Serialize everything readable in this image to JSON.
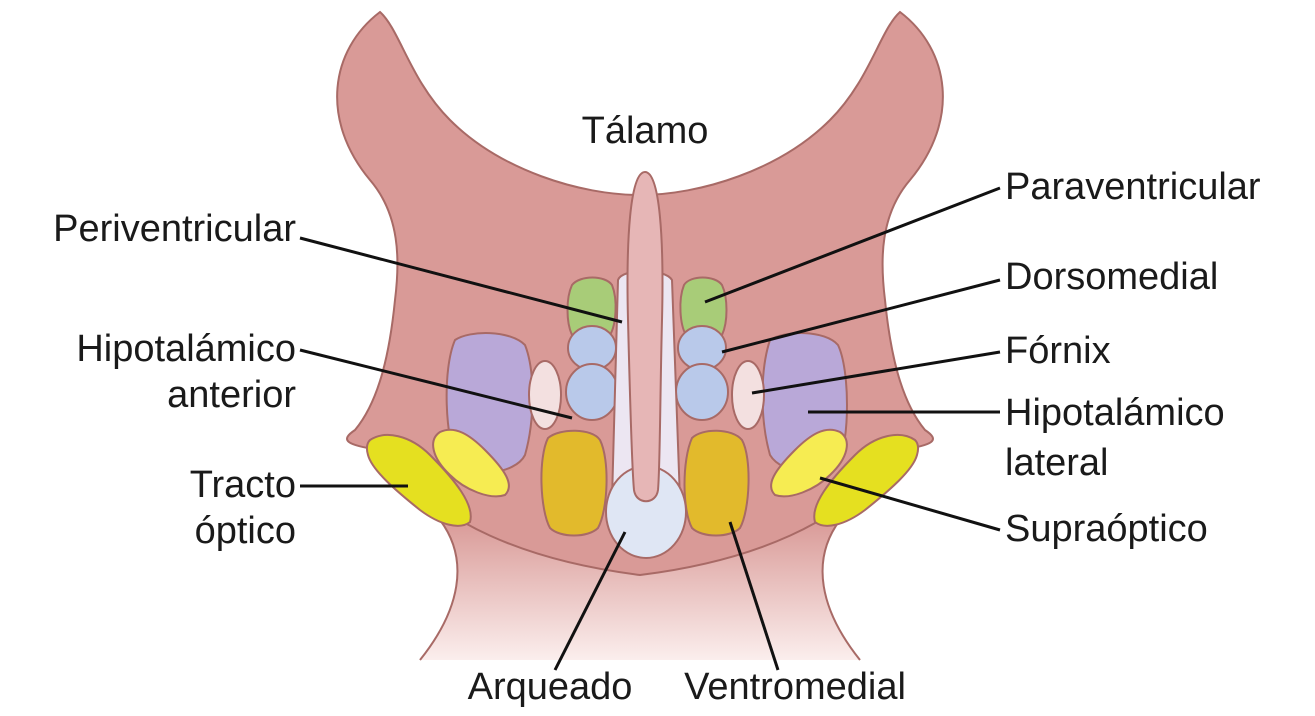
{
  "labels": {
    "talamo": "Tálamo",
    "periventricular": "Periventricular",
    "paraventricular": "Paraventricular",
    "dorsomedial": "Dorsomedial",
    "fornix": "Fórnix",
    "hipotalamico_anterior_1": "Hipotalámico",
    "hipotalamico_anterior_2": "anterior",
    "hipotalamico_lateral_1": "Hipotalámico",
    "hipotalamico_lateral_2": "lateral",
    "tracto_optico_1": "Tracto",
    "tracto_optico_2": "óptico",
    "supraoptico": "Supraóptico",
    "arqueado": "Arqueado",
    "ventromedial": "Ventromedial"
  },
  "colors": {
    "tissue": "#d99a97",
    "tissue_outline": "#a86a66",
    "neck_light": "#f3dad8",
    "paraventricular": "#a8cc78",
    "dorsomedial_blue": "#b9c9ea",
    "lateral_purple": "#b9a8d8",
    "fornix": "#f3e0e0",
    "ventromedial_gold": "#e2ba2c",
    "supraoptico_yellow": "#f6ec52",
    "tracto_yellow": "#e5e020",
    "arqueado": "#dfe6f4",
    "ventricle": "#e6b6b6",
    "leader": "#111111"
  }
}
